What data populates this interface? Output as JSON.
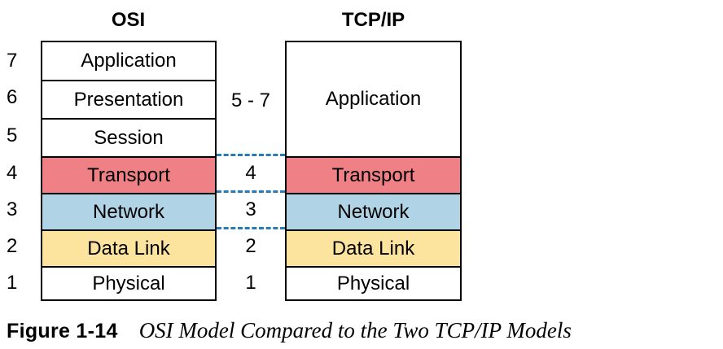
{
  "osi": {
    "heading": "OSI",
    "layers": [
      {
        "number": "7",
        "name": "Application"
      },
      {
        "number": "6",
        "name": "Presentation"
      },
      {
        "number": "5",
        "name": "Session"
      },
      {
        "number": "4",
        "name": "Transport"
      },
      {
        "number": "3",
        "name": "Network"
      },
      {
        "number": "2",
        "name": "Data Link"
      },
      {
        "number": "1",
        "name": "Physical"
      }
    ]
  },
  "tcpip": {
    "heading": "TCP/IP",
    "layers": [
      {
        "osi_range": "5 - 7",
        "name": "Application"
      },
      {
        "osi_range": "4",
        "name": "Transport"
      },
      {
        "osi_range": "3",
        "name": "Network"
      },
      {
        "osi_range": "2",
        "name": "Data Link"
      },
      {
        "osi_range": "1",
        "name": "Physical"
      }
    ]
  },
  "colors": {
    "transport": "#ef8085",
    "network": "#b0d4e6",
    "data_link": "#fce39e",
    "dashed_connector": "#2a7ab5"
  },
  "caption": {
    "label": "Figure 1-14",
    "title": "OSI Model Compared to the Two TCP/IP Models"
  }
}
